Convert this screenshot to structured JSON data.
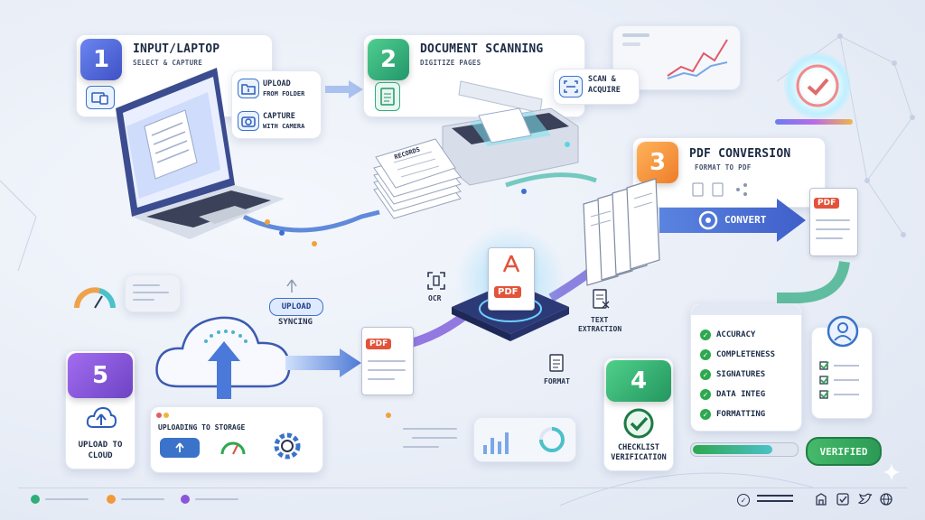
{
  "steps": [
    {
      "number": "1",
      "title": "INPUT/LAPTOP",
      "subtitle": "SELECT & CAPTURE",
      "color": "#4a63d9"
    },
    {
      "number": "2",
      "title": "DOCUMENT SCANNING",
      "subtitle": "DIGITIZE PAGES",
      "color": "#2fae7a"
    },
    {
      "number": "3",
      "title": "PDF CONVERSION",
      "subtitle": "FORMAT TO PDF",
      "color": "#f2993a"
    },
    {
      "number": "4",
      "title": "CHECKLIST VERIFICATION",
      "color": "#2fae6a"
    },
    {
      "number": "5",
      "title": "UPLOAD TO CLOUD",
      "color": "#8a56d9"
    }
  ],
  "step1_options": {
    "upload_line1": "UPLOAD",
    "upload_line2": "FROM FOLDER",
    "capture_line1": "CAPTURE",
    "capture_line2": "WITH CAMERA"
  },
  "step2_options": {
    "scan_line1": "SCAN &",
    "scan_line2": "ACQUIRE",
    "records_label": "RECORDS"
  },
  "step3_convert": "CONVERT",
  "center": {
    "ocr": "OCR",
    "text_extraction_line1": "TEXT",
    "text_extraction_line2": "EXTRACTION",
    "format": "FORMAT",
    "pdf": "PDF"
  },
  "upload_panel": {
    "upload_chip": "UPLOAD",
    "syncing": "SYNCING",
    "storage_title": "UPLOADING TO STORAGE"
  },
  "checklist": [
    "ACCURACY",
    "COMPLETENESS",
    "SIGNATURES",
    "DATA INTEG",
    "FORMATTING"
  ],
  "verified": "VERIFIED",
  "pdf_label": "PDF",
  "colors": {
    "accent_blue": "#3a73c9",
    "green": "#2ea84f",
    "pdf_red": "#e2533a"
  }
}
